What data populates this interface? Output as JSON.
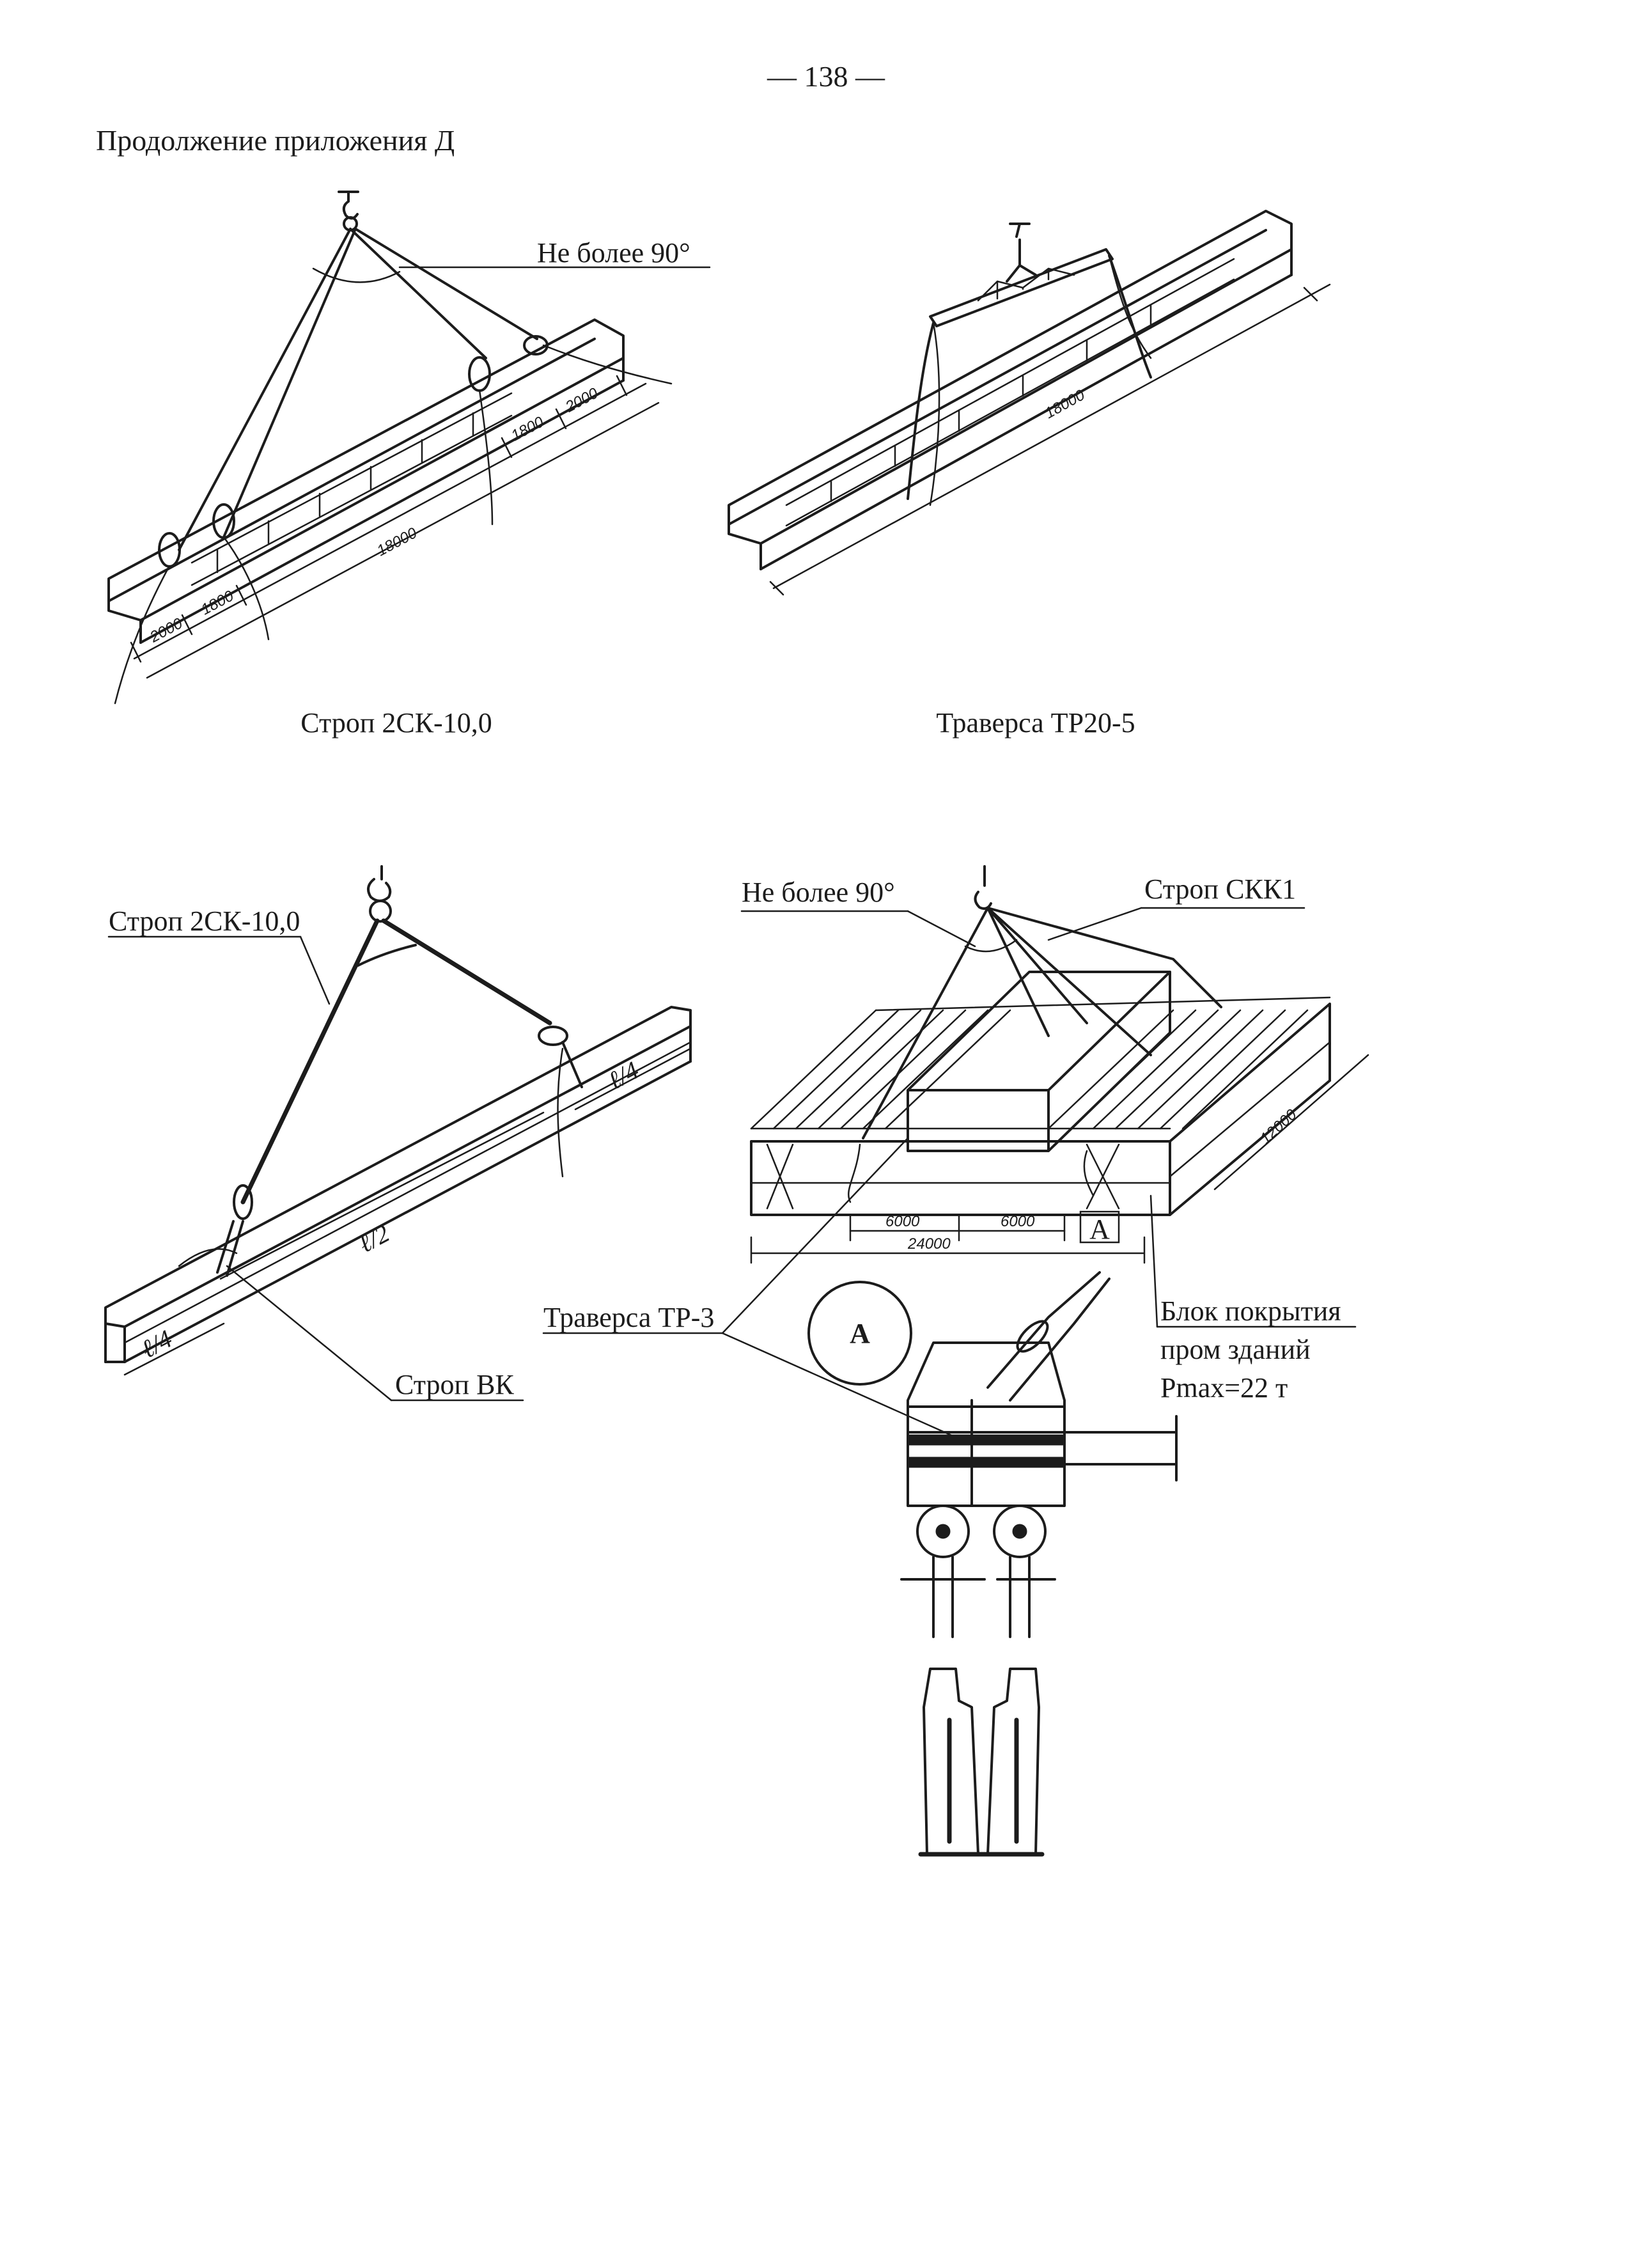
{
  "page_number": "— 138 —",
  "header": "Продолжение приложения Д",
  "fig1": {
    "angle_label": "Не более 90°",
    "caption": "Строп 2СК-10,0",
    "dims": {
      "overall": "18000",
      "a1": "2000",
      "b1": "1800",
      "a2": "1800",
      "b2": "2000"
    }
  },
  "fig2": {
    "caption": "Траверса ТР20-5",
    "dims": {
      "overall": "18000"
    }
  },
  "fig3": {
    "sling_top": "Строп 2СК-10,0",
    "sling_bottom": "Строп ВК",
    "dims": {
      "half": "ℓ/2",
      "quarter_right": "ℓ/4",
      "quarter_left": "ℓ/4"
    }
  },
  "fig4": {
    "angle_label": "Не более 90°",
    "sling_label": "Строп СКК1",
    "beam_label": "Траверса ТР-3",
    "block_label_1": "Блок покрытия",
    "block_label_2": "пром зданий",
    "block_label_3": "Pmax=22 т",
    "detail_marker": "А",
    "detail_circle": "А",
    "dims": {
      "d1": "6000",
      "d2": "6000",
      "total": "24000",
      "depth": "12000"
    }
  }
}
